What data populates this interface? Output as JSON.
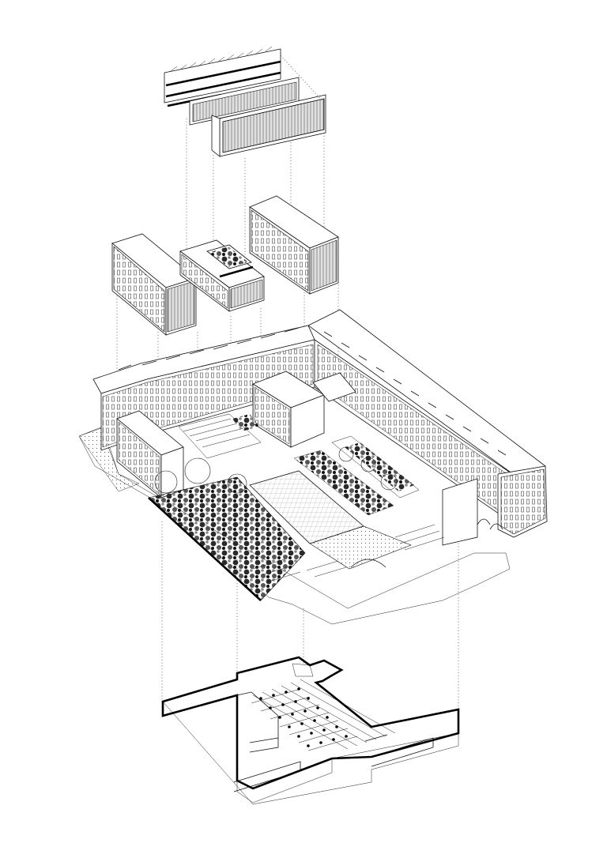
{
  "diagram": {
    "kind": "exploded-axonometric",
    "colors": {
      "background": "#ffffff",
      "line": "#111111",
      "accent": "#000000"
    },
    "layers": [
      {
        "id": "roof-structure"
      },
      {
        "id": "new-volumes"
      },
      {
        "id": "existing-building-and-courtyard"
      },
      {
        "id": "underground-level"
      }
    ]
  }
}
